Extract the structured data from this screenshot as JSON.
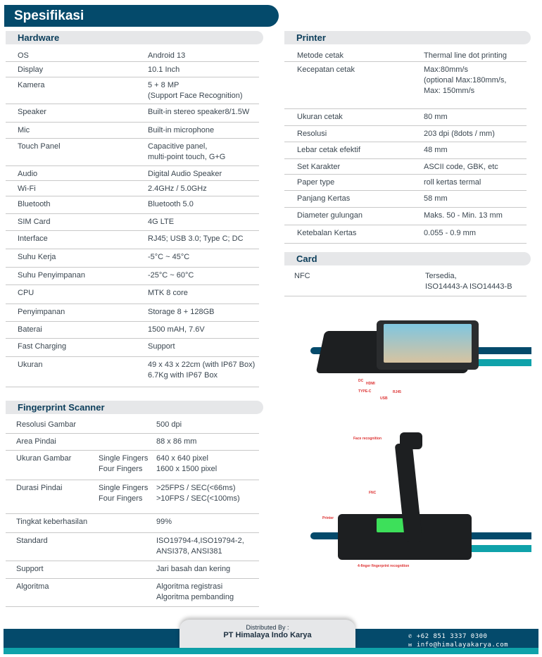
{
  "title": "Spesifikasi",
  "hardware": {
    "heading": "Hardware",
    "rows": [
      {
        "label": "OS",
        "value": "Android 13"
      },
      {
        "label": "Display",
        "value": "10.1 Inch"
      },
      {
        "label": "Kamera",
        "value": "5 + 8 MP\n(Support Face Recognition)"
      },
      {
        "label": "Speaker",
        "value": "Built-in stereo speaker8/1.5W"
      },
      {
        "label": "Mic",
        "value": "Built-in microphone"
      },
      {
        "label": "Touch Panel",
        "value": "Capacitive panel,\nmulti-point touch, G+G"
      },
      {
        "label": "Audio",
        "value": "Digital Audio Speaker"
      },
      {
        "label": "Wi-Fi",
        "value": "2.4GHz / 5.0GHz"
      },
      {
        "label": "Bluetooth",
        "value": "Bluetooth 5.0"
      },
      {
        "label": "SIM Card",
        "value": "4G LTE"
      },
      {
        "label": "Interface",
        "value": "RJ45; USB 3.0; Type C; DC"
      },
      {
        "label": "Suhu Kerja",
        "value": "-5°C ~ 45°C"
      },
      {
        "label": "Suhu Penyimpanan",
        "value": "-25°C ~ 60°C"
      },
      {
        "label": "CPU",
        "value": "MTK 8 core"
      },
      {
        "label": "Penyimpanan",
        "value": "Storage 8 + 128GB"
      },
      {
        "label": "Baterai",
        "value": "1500 mAH, 7.6V"
      },
      {
        "label": "Fast Charging",
        "value": "Support"
      },
      {
        "label": "Ukuran",
        "value": "49 x 43 x 22cm (with IP67 Box)\n6.7Kg with IP67 Box"
      }
    ]
  },
  "fingerprint": {
    "heading": "Fingerprint Scanner",
    "rows": [
      {
        "label": "Resolusi Gambar",
        "sub": "",
        "value": "500 dpi"
      },
      {
        "label": "Area Pindai",
        "sub": "",
        "value": "88 x 86 mm"
      },
      {
        "label": "Ukuran Gambar",
        "sub": "Single Fingers\nFour Fingers",
        "value": "640 x 640 pixel\n1600 x 1500 pixel"
      },
      {
        "label": "Durasi Pindai",
        "sub": "Single Fingers\nFour Fingers",
        "value": ">25FPS / SEC(<66ms)\n>10FPS / SEC(<100ms)"
      },
      {
        "label": "Tingkat keberhasilan",
        "sub": "",
        "value": "99%"
      },
      {
        "label": "Standard",
        "sub": "",
        "value": "ISO19794-4,ISO19794-2,\nANSI378, ANSI381"
      },
      {
        "label": "Support",
        "sub": "",
        "value": "Jari basah dan kering"
      },
      {
        "label": "Algoritma",
        "sub": "",
        "value": "Algoritma registrasi\nAlgoritma pembanding"
      }
    ]
  },
  "printer": {
    "heading": "Printer",
    "rows": [
      {
        "label": "Metode cetak",
        "value": "Thermal line dot printing"
      },
      {
        "label": "Kecepatan cetak",
        "value": "Max:80mm/s\n(optional Max:180mm/s,\nMax: 150mm/s"
      },
      {
        "label": "Ukuran cetak",
        "value": "80 mm"
      },
      {
        "label": "Resolusi",
        "value": "203 dpi (8dots / mm)"
      },
      {
        "label": "Lebar cetak efektif",
        "value": "48 mm"
      },
      {
        "label": "Set Karakter",
        "value": "ASCII code, GBK, etc"
      },
      {
        "label": "Paper type",
        "value": "roll kertas termal"
      },
      {
        "label": "Panjang Kertas",
        "value": "58 mm"
      },
      {
        "label": "Diameter gulungan",
        "value": "Maks. 50  - Min. 13 mm"
      },
      {
        "label": "Ketebalan Kertas",
        "value": "0.055 - 0.9 mm"
      }
    ]
  },
  "card": {
    "heading": "Card",
    "rows": [
      {
        "label": "NFC",
        "value": "Tersedia,\nISO14443-A ISO14443-B"
      }
    ]
  },
  "device_labels": {
    "dc": "DC",
    "type_c": "TYPE-C",
    "hdmi": "HDMI",
    "usb": "USB",
    "rj45": "RJ45",
    "face": "Face recognition",
    "fnc": "FNC",
    "printer": "Printer",
    "fingerprint": "4-finger fingerprint recognition"
  },
  "footer": {
    "distributed_by": "Distributed By :",
    "company": "PT Himalaya Indo Karya",
    "phone": "+62 851 3337 0300",
    "email": "info@himalayakarya.com"
  },
  "colors": {
    "navy": "#044a6b",
    "teal": "#0fa2aa",
    "header_grey": "#e6e7e9"
  }
}
